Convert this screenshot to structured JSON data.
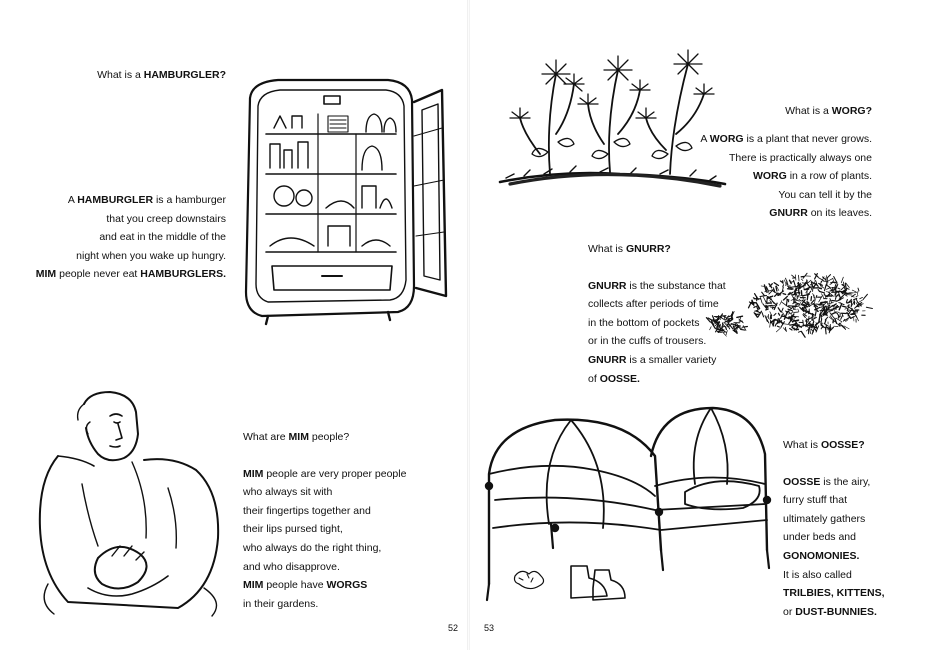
{
  "pages": {
    "left_number": "52",
    "right_number": "53"
  },
  "hamburgler": {
    "question": [
      {
        "text": "What is a "
      },
      {
        "text": "HAMBURGLER?",
        "bold": true
      }
    ],
    "lines": [
      [
        {
          "text": "A "
        },
        {
          "text": "HAMBURGLER",
          "bold": true
        },
        {
          "text": " is a hamburger"
        }
      ],
      [
        {
          "text": "that you creep downstairs"
        }
      ],
      [
        {
          "text": "and eat in the middle of the"
        }
      ],
      [
        {
          "text": "night when you wake up hungry."
        }
      ],
      [
        {
          "text": "MIM",
          "bold": true
        },
        {
          "text": " people never eat "
        },
        {
          "text": "HAMBURGLERS.",
          "bold": true
        }
      ]
    ]
  },
  "mim": {
    "question": [
      {
        "text": "What are "
      },
      {
        "text": "MIM",
        "bold": true
      },
      {
        "text": " people?"
      }
    ],
    "lines": [
      [
        {
          "text": "MIM",
          "bold": true
        },
        {
          "text": " people are very proper people"
        }
      ],
      [
        {
          "text": "who always sit with"
        }
      ],
      [
        {
          "text": "their fingertips together and"
        }
      ],
      [
        {
          "text": "their lips pursed tight,"
        }
      ],
      [
        {
          "text": "who always do the right thing,"
        }
      ],
      [
        {
          "text": "and who disapprove."
        }
      ],
      [
        {
          "text": "MIM",
          "bold": true
        },
        {
          "text": " people have "
        },
        {
          "text": "WORGS",
          "bold": true
        }
      ],
      [
        {
          "text": "in their gardens."
        }
      ]
    ]
  },
  "worg": {
    "question": [
      {
        "text": "What is a "
      },
      {
        "text": "WORG?",
        "bold": true
      }
    ],
    "lines": [
      [
        {
          "text": "A "
        },
        {
          "text": "WORG",
          "bold": true
        },
        {
          "text": " is a plant that never grows."
        }
      ],
      [
        {
          "text": "There is practically always one"
        }
      ],
      [
        {
          "text": "WORG",
          "bold": true
        },
        {
          "text": " in a row of plants."
        }
      ],
      [
        {
          "text": "You can tell it by the"
        }
      ],
      [
        {
          "text": "GNURR",
          "bold": true
        },
        {
          "text": " on its leaves."
        }
      ]
    ]
  },
  "gnurr": {
    "question": [
      {
        "text": "What is "
      },
      {
        "text": "GNURR?",
        "bold": true
      }
    ],
    "lines": [
      [
        {
          "text": "GNURR",
          "bold": true
        },
        {
          "text": " is the substance that"
        }
      ],
      [
        {
          "text": "collects after periods of time"
        }
      ],
      [
        {
          "text": "in the bottom of pockets"
        }
      ],
      [
        {
          "text": "or in the cuffs of trousers."
        }
      ],
      [
        {
          "text": "GNURR",
          "bold": true
        },
        {
          "text": " is a smaller variety"
        }
      ],
      [
        {
          "text": "of "
        },
        {
          "text": "OOSSE.",
          "bold": true
        }
      ]
    ]
  },
  "oosse": {
    "question": [
      {
        "text": "What is "
      },
      {
        "text": "OOSSE?",
        "bold": true
      }
    ],
    "lines": [
      [
        {
          "text": "OOSSE",
          "bold": true
        },
        {
          "text": " is the airy,"
        }
      ],
      [
        {
          "text": "furry stuff that"
        }
      ],
      [
        {
          "text": "ultimately gathers"
        }
      ],
      [
        {
          "text": "under beds and"
        }
      ],
      [
        {
          "text": "GONOMONIES.",
          "bold": true
        }
      ],
      [
        {
          "text": "It is also called"
        }
      ],
      [
        {
          "text": "TRILBIES, KITTENS,",
          "bold": true
        }
      ],
      [
        {
          "text": "or "
        },
        {
          "text": "DUST-BUNNIES.",
          "bold": true
        }
      ]
    ]
  },
  "illustrations": [
    {
      "name": "refrigerator-illustration"
    },
    {
      "name": "seated-mim-person-illustration"
    },
    {
      "name": "worg-plants-illustration"
    },
    {
      "name": "gnurr-clump-illustration"
    },
    {
      "name": "iron-bed-illustration"
    }
  ]
}
